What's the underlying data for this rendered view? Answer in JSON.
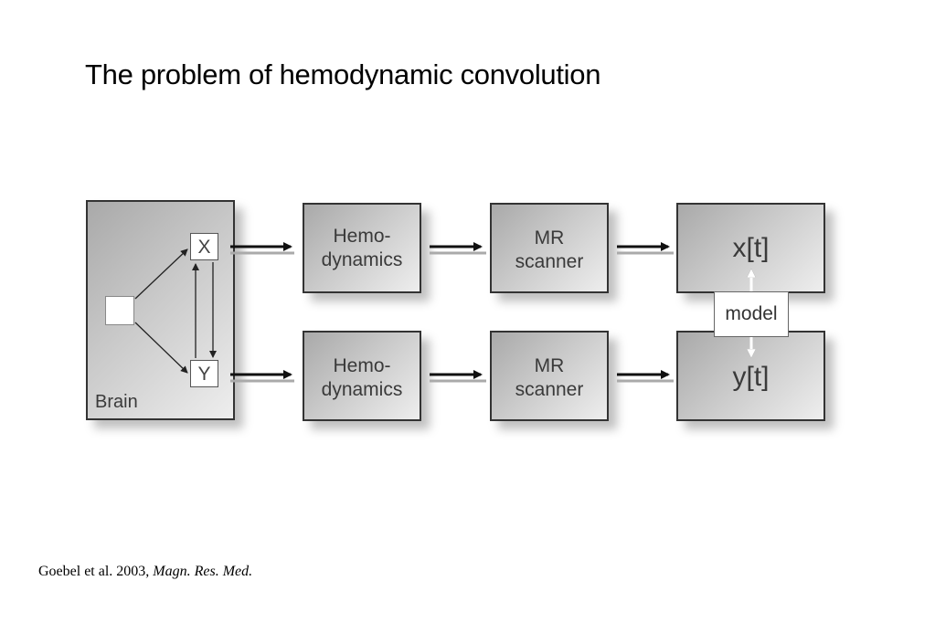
{
  "title": "The problem of hemodynamic convolution",
  "diagram": {
    "brain_label": "Brain",
    "node_x": "X",
    "node_y": "Y",
    "top_row": {
      "hemo": [
        "Hemo-",
        "dynamics"
      ],
      "scanner": [
        "MR",
        "scanner"
      ],
      "output": "x[t]"
    },
    "bottom_row": {
      "hemo": [
        "Hemo-",
        "dynamics"
      ],
      "scanner": [
        "MR",
        "scanner"
      ],
      "output": "y[t]"
    },
    "model_label": "model"
  },
  "citation": {
    "authors": "Goebel et al. 2003,",
    "journal": "Magn. Res. Med."
  }
}
